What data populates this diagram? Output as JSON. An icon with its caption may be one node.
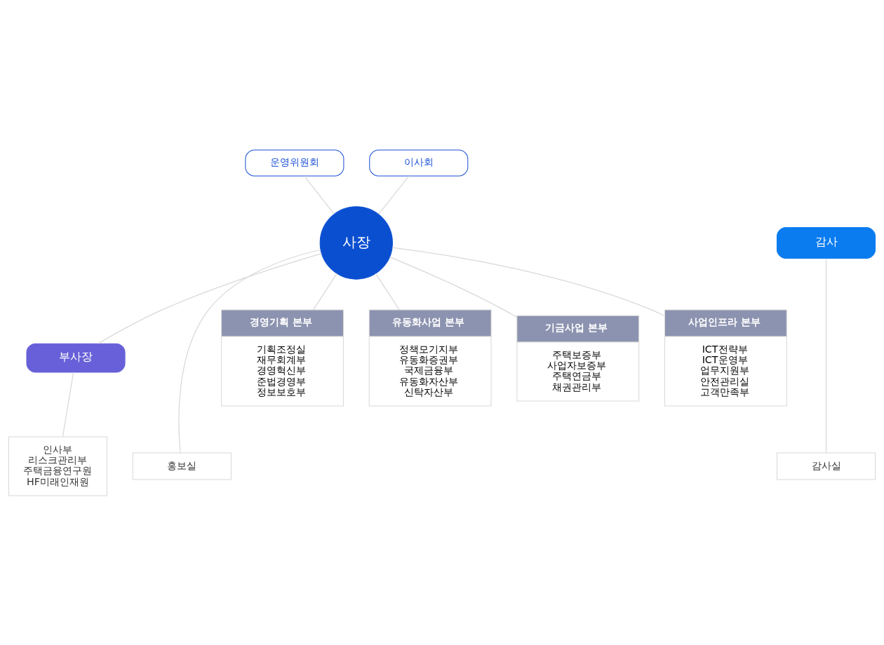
{
  "diagram": {
    "nodes": [
      {
        "text": [
          "운영위원회"
        ]
      },
      {
        "text": [
          "이사회"
        ]
      },
      {
        "text": [
          "사장"
        ]
      },
      {
        "text": [
          "감사"
        ]
      },
      {
        "text": [
          "부사장"
        ]
      },
      {
        "text": [
          "감사실"
        ]
      },
      {
        "text": [
          "홍보실"
        ]
      },
      {
        "text": [
          "인사부",
          "리스크관리부",
          "주택금융연구원",
          "HF미래인재원"
        ]
      },
      {
        "text": [
          "경영기획 본부",
          "기획조정실",
          "재무회계부",
          "경영혁신부",
          "준법경영부",
          "정보보호부"
        ]
      },
      {
        "text": [
          "유동화사업 본부",
          "정책모기지부",
          "유동화증권부",
          "국제금융부",
          "유동화자산부",
          "신탁자산부"
        ]
      },
      {
        "text": [
          "기금사업 본부",
          "주택보증부",
          "사업자보증부",
          "주택연금부",
          "채권관리부"
        ]
      },
      {
        "text": [
          "사업인프라 본부",
          "ICT전략부",
          "ICT운영부",
          "업무지원부",
          "안전관리실",
          "고객만족부"
        ]
      }
    ],
    "edges": [
      {
        "from": 0,
        "to": 2,
        "arrow": "none"
      },
      {
        "from": 1,
        "to": 2,
        "arrow": "none"
      },
      {
        "from": 3,
        "to": 5,
        "arrow": "none"
      },
      {
        "from": 2,
        "to": 6,
        "arrow": "none"
      },
      {
        "from": 2,
        "to": 4,
        "arrow": "none"
      },
      {
        "from": 4,
        "to": 7,
        "arrow": "none"
      },
      {
        "from": 2,
        "to": 8,
        "arrow": "none"
      },
      {
        "from": 2,
        "to": 9,
        "arrow": "none"
      },
      {
        "from": 2,
        "to": 10,
        "arrow": "none"
      },
      {
        "from": 2,
        "to": 11,
        "arrow": "none"
      }
    ]
  }
}
